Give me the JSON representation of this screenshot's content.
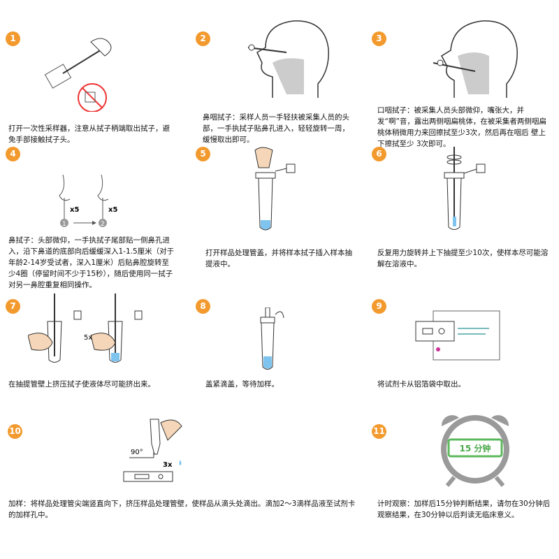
{
  "accent_color": "#f39a2e",
  "steps": [
    {
      "number": "1",
      "text": "打开一次性采样器，注意从拭子柄端取出拭子，避免手部接触拭子头。"
    },
    {
      "number": "2",
      "text": "鼻咽拭子：采样人员一手轻扶被采集人员的头部，一手执拭子贴鼻孔进入，轻轻旋转一周，缓慢取出即可。"
    },
    {
      "number": "3",
      "text": "口咽拭子：被采集人员头部微仰，嘴张大，并发“啊”音，露出两侧咽扁桃体，在被采集者两侧咽扁桃体稍微用力来回擦拭至少3次，然后再在咽后 壁上下擦拭至少 3次即可。"
    },
    {
      "number": "4",
      "text": "鼻拭子：头部微仰，一手执拭子尾部贴一侧鼻孔进入，沿下鼻道的底部向后缓缓深入1-1.5厘米（对于年龄2-14岁受试者，深入1厘米）后贴鼻腔旋转至少4圈（停留时间不少于15秒），随后使用同一拭子对另一鼻腔重复相同操作。"
    },
    {
      "number": "5",
      "text": "打开样品处理管盖，并将样本拭子插入样本抽提液中。"
    },
    {
      "number": "6",
      "text": "反复用力旋转并上下抽提至少10次，使样本尽可能溶解在溶液中。"
    },
    {
      "number": "7",
      "text": "在抽提管壁上挤压拭子使液体尽可能挤出来。"
    },
    {
      "number": "8",
      "text": "盖紧滴盖，等待加样。"
    },
    {
      "number": "9",
      "text": "将试剂卡从铝箔袋中取出。"
    },
    {
      "number": "10",
      "text": "加样：将样品处理管尖端竖直向下，挤压样品处理管壁，使样品从滴头处滴出。滴加2～3滴样品液至试剂卡的加样孔中。"
    },
    {
      "number": "11",
      "text": "计时观察：加样后15分钟判断结果，请勿在30分钟后观察结果，在30分钟以后判读无临床意义。"
    }
  ],
  "labels": {
    "nose_repeat_left": "x5",
    "nose_repeat_right": "x5",
    "nostril_1": "1",
    "nostril_2": "2",
    "squeeze_count": "5x",
    "angle": "90°",
    "drops": "3x",
    "timer": "15 分钟"
  }
}
